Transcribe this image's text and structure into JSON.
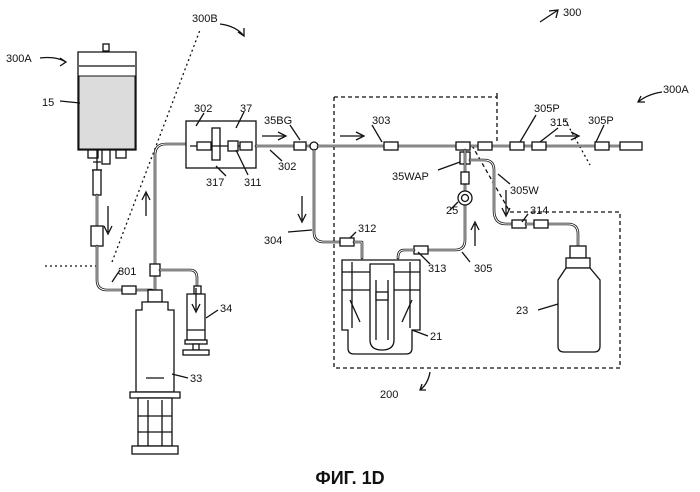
{
  "figure": {
    "caption": "ФИГ. 1D",
    "labels": {
      "l300": "300",
      "l300A_left": "300A",
      "l300A_right": "300A",
      "l300B": "300B",
      "l15": "15",
      "l302a": "302",
      "l37": "37",
      "l35BG": "35BG",
      "l303": "303",
      "l305P_a": "305P",
      "l315": "315",
      "l305P_b": "305P",
      "l317": "317",
      "l311": "311",
      "l302b": "302",
      "l35WAP": "35WAP",
      "l305W": "305W",
      "l25": "25",
      "l314": "314",
      "l304": "304",
      "l312": "312",
      "l313": "313",
      "l305": "305",
      "l301": "301",
      "l34": "34",
      "l21": "21",
      "l23": "23",
      "l33": "33",
      "l200": "200"
    }
  }
}
